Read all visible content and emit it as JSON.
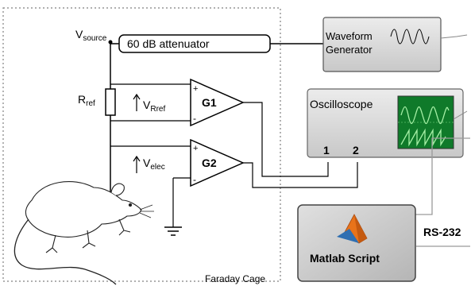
{
  "diagram": {
    "source_label": "V",
    "source_subscript": "source",
    "attenuator_label": "60 dB attenuator",
    "waveform_generator": {
      "line1": "Waveform",
      "line2": "Generator"
    },
    "rref_label": "R",
    "rref_subscript": "ref",
    "vrref_label": "V",
    "vrref_subscript": "Rref",
    "velec_label": "V",
    "velec_subscript": "elec",
    "amp1": {
      "name": "G1",
      "plus": "+",
      "minus": "-"
    },
    "amp2": {
      "name": "G2",
      "plus": "+",
      "minus": "-"
    },
    "oscilloscope": {
      "title": "Oscilloscope",
      "channel1": "1",
      "channel2": "2"
    },
    "matlab_label": "Matlab Script",
    "serial_label": "RS-232",
    "cage_label": "Faraday Cage"
  },
  "colors": {
    "cage_border": "#808080",
    "box_fill": "#d9d9d9",
    "box_border": "#555555",
    "scope_screen": "#0f7a2a",
    "scope_trace": "#a6f0a6",
    "matlab_orange": "#e8731a",
    "electrode": "#c00000"
  }
}
